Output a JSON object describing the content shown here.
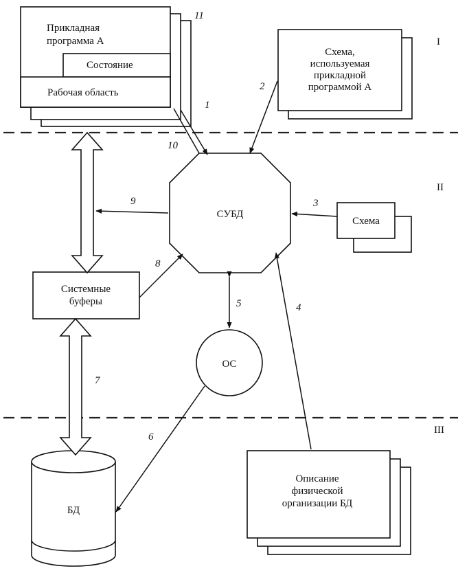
{
  "levels": [
    "I",
    "II",
    "III"
  ],
  "nodes": {
    "program_title": [
      "Прикладная",
      "программа A"
    ],
    "state": "Состояние",
    "workspace": "Рабочая область",
    "app_schema": [
      "Схема,",
      "используемая",
      "прикладной",
      "программой A"
    ],
    "dbms": "СУБД",
    "schema": "Схема",
    "system_buffers": [
      "Системные",
      "буферы"
    ],
    "os": "ОС",
    "db": "БД",
    "physical_description": [
      "Описание",
      "физической",
      "организации БД"
    ]
  },
  "flow_numbers": [
    "1",
    "2",
    "3",
    "4",
    "5",
    "6",
    "7",
    "8",
    "9",
    "10",
    "11"
  ]
}
